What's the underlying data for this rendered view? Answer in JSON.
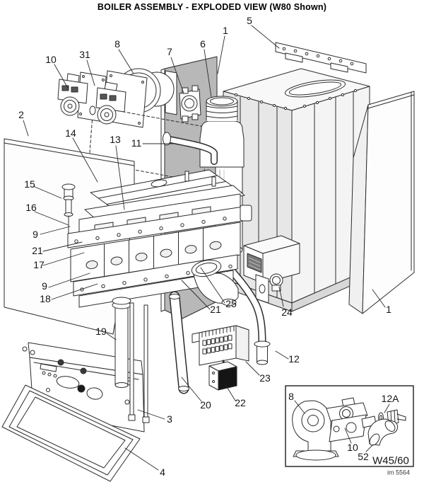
{
  "title": "BOILER ASSEMBLY - EXPLODED VIEW (W80 Shown)",
  "drawing_number": "im 5564",
  "colors": {
    "line": "#2b2b2b",
    "back_panel_gray": "#b8b8b8",
    "casing_face": "#e7e7e7",
    "transformer_face": "#151515"
  },
  "callouts": [
    {
      "label": "10"
    },
    {
      "label": "31"
    },
    {
      "label": "8"
    },
    {
      "label": "7"
    },
    {
      "label": "6"
    },
    {
      "label": "1"
    },
    {
      "label": "5"
    },
    {
      "label": "2"
    },
    {
      "label": "14"
    },
    {
      "label": "13"
    },
    {
      "label": "11"
    },
    {
      "label": "15"
    },
    {
      "label": "16"
    },
    {
      "label": "9"
    },
    {
      "label": "21"
    },
    {
      "label": "17"
    },
    {
      "label": "9"
    },
    {
      "label": "18"
    },
    {
      "label": "19"
    },
    {
      "label": "25"
    },
    {
      "label": "21"
    },
    {
      "label": "24"
    },
    {
      "label": "1"
    },
    {
      "label": "12"
    },
    {
      "label": "23"
    },
    {
      "label": "22"
    },
    {
      "label": "20"
    },
    {
      "label": "3"
    },
    {
      "label": "4"
    }
  ],
  "inset": {
    "variant": "W45/60",
    "callouts": [
      {
        "label": "8"
      },
      {
        "label": "12A"
      },
      {
        "label": "10"
      },
      {
        "label": "52"
      }
    ]
  }
}
